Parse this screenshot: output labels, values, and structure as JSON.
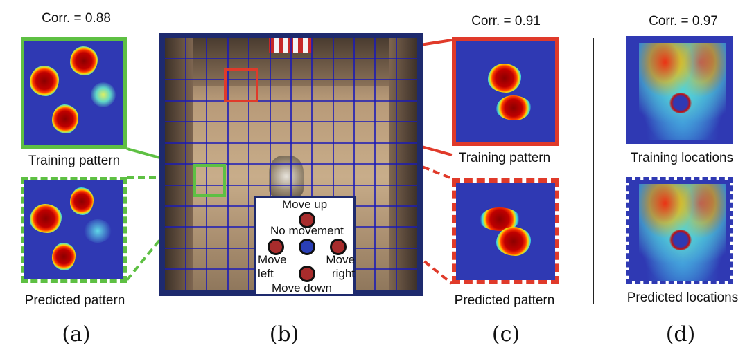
{
  "panel_a": {
    "corr": "Corr. = 0.88",
    "top_label": "Training pattern",
    "bottom_label": "Predicted pattern",
    "caption": "(a)"
  },
  "panel_b": {
    "caption": "(b)",
    "legend": {
      "up": "Move up",
      "none": "No movement",
      "left": "Move left",
      "right": "Move right",
      "down": "Move down"
    }
  },
  "panel_c": {
    "corr": "Corr. = 0.91",
    "top_label": "Training pattern",
    "bottom_label": "Predicted pattern",
    "caption": "(c)"
  },
  "panel_d": {
    "corr": "Corr. = 0.97",
    "top_label": "Training locations",
    "bottom_label": "Predicted locations",
    "caption": "(d)"
  },
  "colors": {
    "green": "#5ec043",
    "red": "#e03a2a",
    "navy": "#1e2a6e",
    "heatmap_bg": "#2f39b3",
    "dot_red": "#a82c2c",
    "dot_blue": "#2a3fb6"
  }
}
